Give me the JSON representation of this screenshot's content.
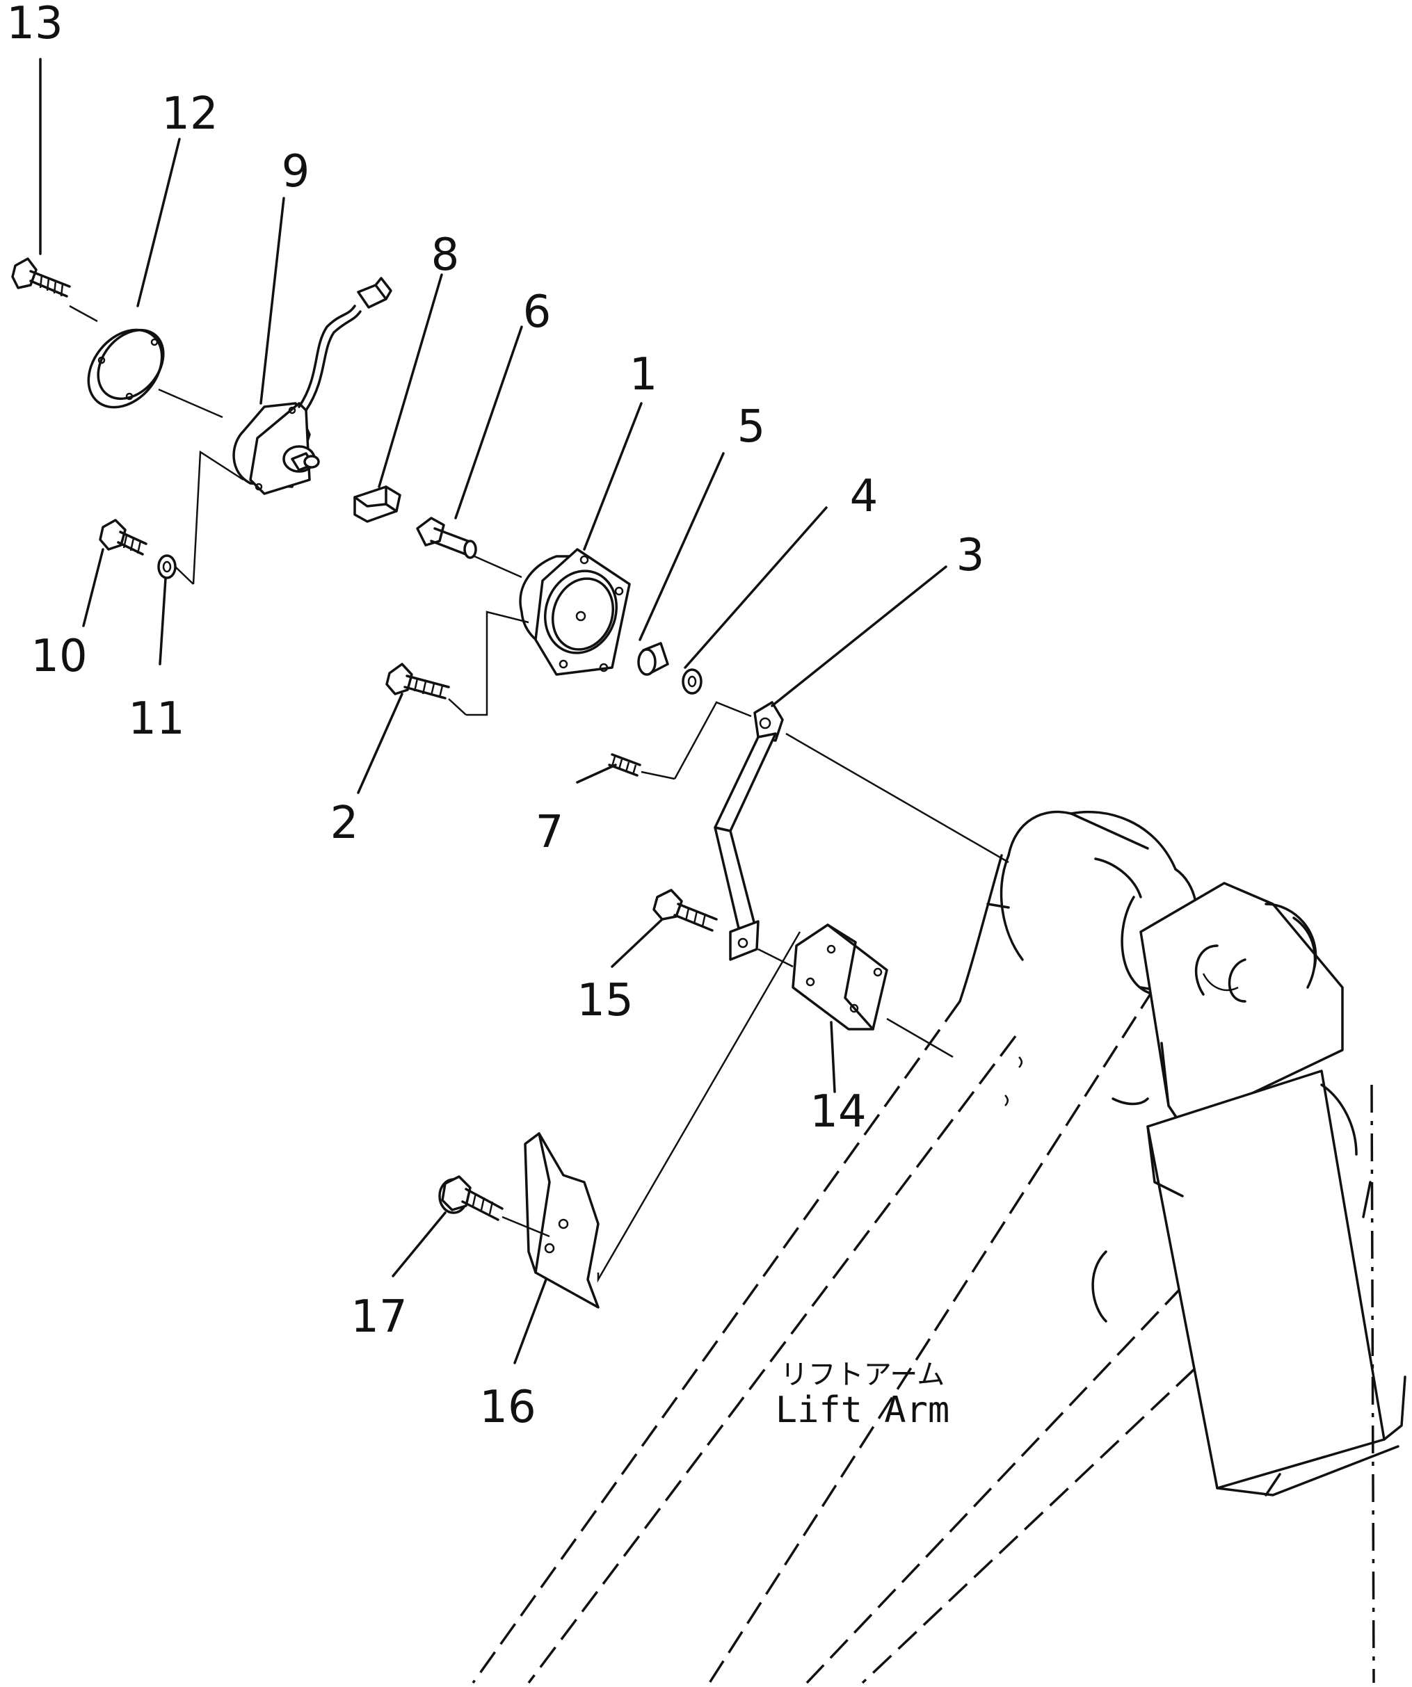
{
  "callouts": [
    {
      "id": "1",
      "text": "1"
    },
    {
      "id": "2",
      "text": "2"
    },
    {
      "id": "3",
      "text": "3"
    },
    {
      "id": "4",
      "text": "4"
    },
    {
      "id": "5",
      "text": "5"
    },
    {
      "id": "6",
      "text": "6"
    },
    {
      "id": "7",
      "text": "7"
    },
    {
      "id": "8",
      "text": "8"
    },
    {
      "id": "9",
      "text": "9"
    },
    {
      "id": "10",
      "text": "10"
    },
    {
      "id": "11",
      "text": "11"
    },
    {
      "id": "12",
      "text": "12"
    },
    {
      "id": "13",
      "text": "13"
    },
    {
      "id": "14",
      "text": "14"
    },
    {
      "id": "15",
      "text": "15"
    },
    {
      "id": "16",
      "text": "16"
    },
    {
      "id": "17",
      "text": "17"
    }
  ],
  "lift_arm_label": {
    "japanese": "リフトアーム",
    "english": "Lift Arm"
  }
}
